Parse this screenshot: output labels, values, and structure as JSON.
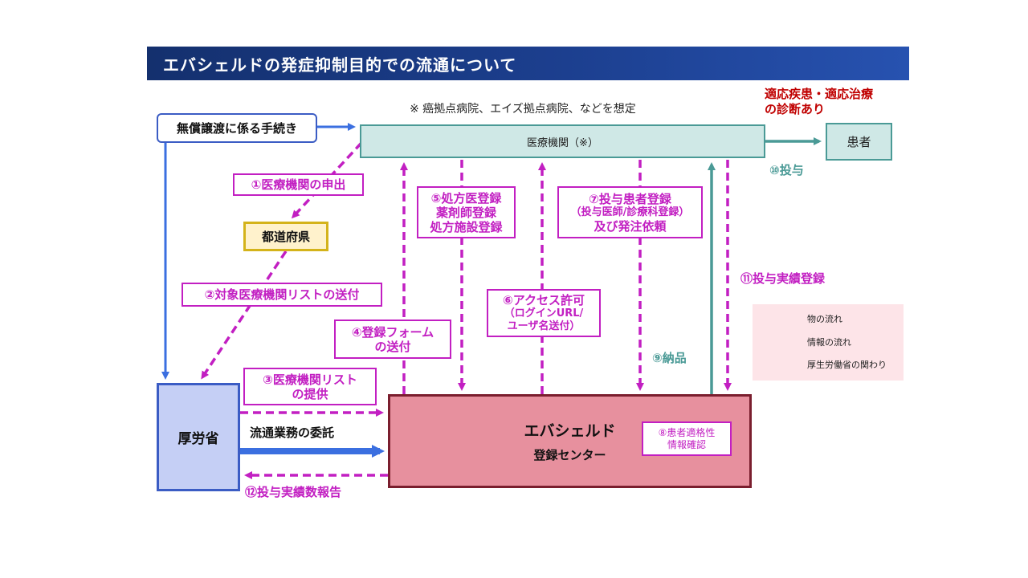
{
  "title": "エバシェルドの発症抑制目的での流通について",
  "note_top": "※ 癌拠点病院、エイズ拠点病院、などを想定",
  "note_red": [
    "適応疾患・適応治療",
    "の診断あり"
  ],
  "nodes": {
    "procedure": "無償譲渡に係る手続き",
    "medical_institution": "医療機関（※）",
    "patient": "患者",
    "prefecture": "都道府県",
    "mhlw": "厚労省",
    "center_line1": "エバシェルド",
    "center_line2": "登録センター",
    "eligibility": [
      "⑧患者適格性",
      "情報確認"
    ]
  },
  "steps": {
    "s1": "①医療機関の申出",
    "s2": "②対象医療機関リストの送付",
    "s3": [
      "③医療機関リスト",
      "の提供"
    ],
    "s4": [
      "④登録フォーム",
      "の送付"
    ],
    "s5": [
      "⑤処方医登録",
      "薬剤師登録",
      "処方施設登録"
    ],
    "s6": [
      "⑥アクセス許可",
      "（ログインURL/",
      "ユーザ名送付）"
    ],
    "s7": [
      "⑦投与患者登録",
      "（投与医師/診療科登録）",
      "及び発注依頼"
    ],
    "s9": "⑨納品",
    "s10": "⑩投与",
    "s11": "⑪投与実績登録",
    "s12": "⑫投与実績数報告",
    "outsource": "流通業務の委託"
  },
  "legend": {
    "goods": "物の流れ",
    "info": "情報の流れ",
    "mhlw": "厚生労働省の関わり"
  },
  "colors": {
    "teal": "#4a9a96",
    "magenta": "#c21fc2",
    "blue": "#3b6fe0",
    "title_bg": "#1c3f8f"
  }
}
